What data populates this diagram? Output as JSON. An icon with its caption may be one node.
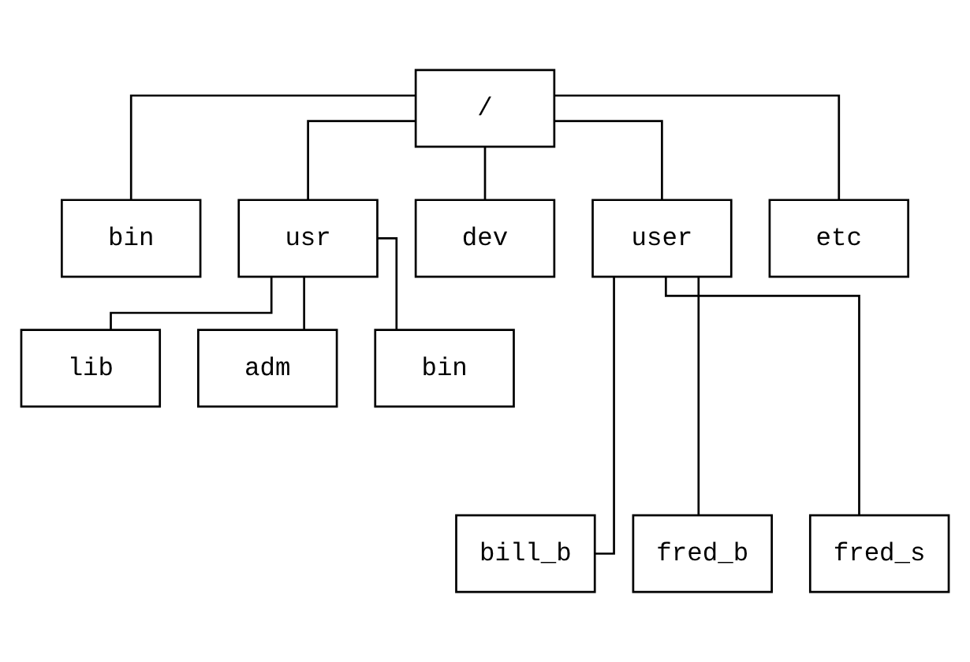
{
  "diagram": {
    "nodes": [
      {
        "text": [
          "/"
        ]
      },
      {
        "text": [
          "bin"
        ]
      },
      {
        "text": [
          "usr"
        ]
      },
      {
        "text": [
          "dev"
        ]
      },
      {
        "text": [
          "user"
        ]
      },
      {
        "text": [
          "etc"
        ]
      },
      {
        "text": [
          "lib"
        ]
      },
      {
        "text": [
          "adm"
        ]
      },
      {
        "text": [
          "bin"
        ]
      },
      {
        "text": [
          "bill_b"
        ]
      },
      {
        "text": [
          "fred_b"
        ]
      },
      {
        "text": [
          "fred_s"
        ]
      }
    ],
    "edges": [
      {
        "from": 0,
        "to": 1,
        "arrow": "none"
      },
      {
        "from": 0,
        "to": 2,
        "arrow": "none"
      },
      {
        "from": 0,
        "to": 3,
        "arrow": "none"
      },
      {
        "from": 0,
        "to": 4,
        "arrow": "none"
      },
      {
        "from": 0,
        "to": 5,
        "arrow": "none"
      },
      {
        "from": 2,
        "to": 6,
        "arrow": "none"
      },
      {
        "from": 2,
        "to": 7,
        "arrow": "none"
      },
      {
        "from": 2,
        "to": 8,
        "arrow": "none"
      },
      {
        "from": 4,
        "to": 9,
        "arrow": "none"
      },
      {
        "from": 4,
        "to": 10,
        "arrow": "none"
      },
      {
        "from": 4,
        "to": 11,
        "arrow": "none"
      }
    ]
  }
}
